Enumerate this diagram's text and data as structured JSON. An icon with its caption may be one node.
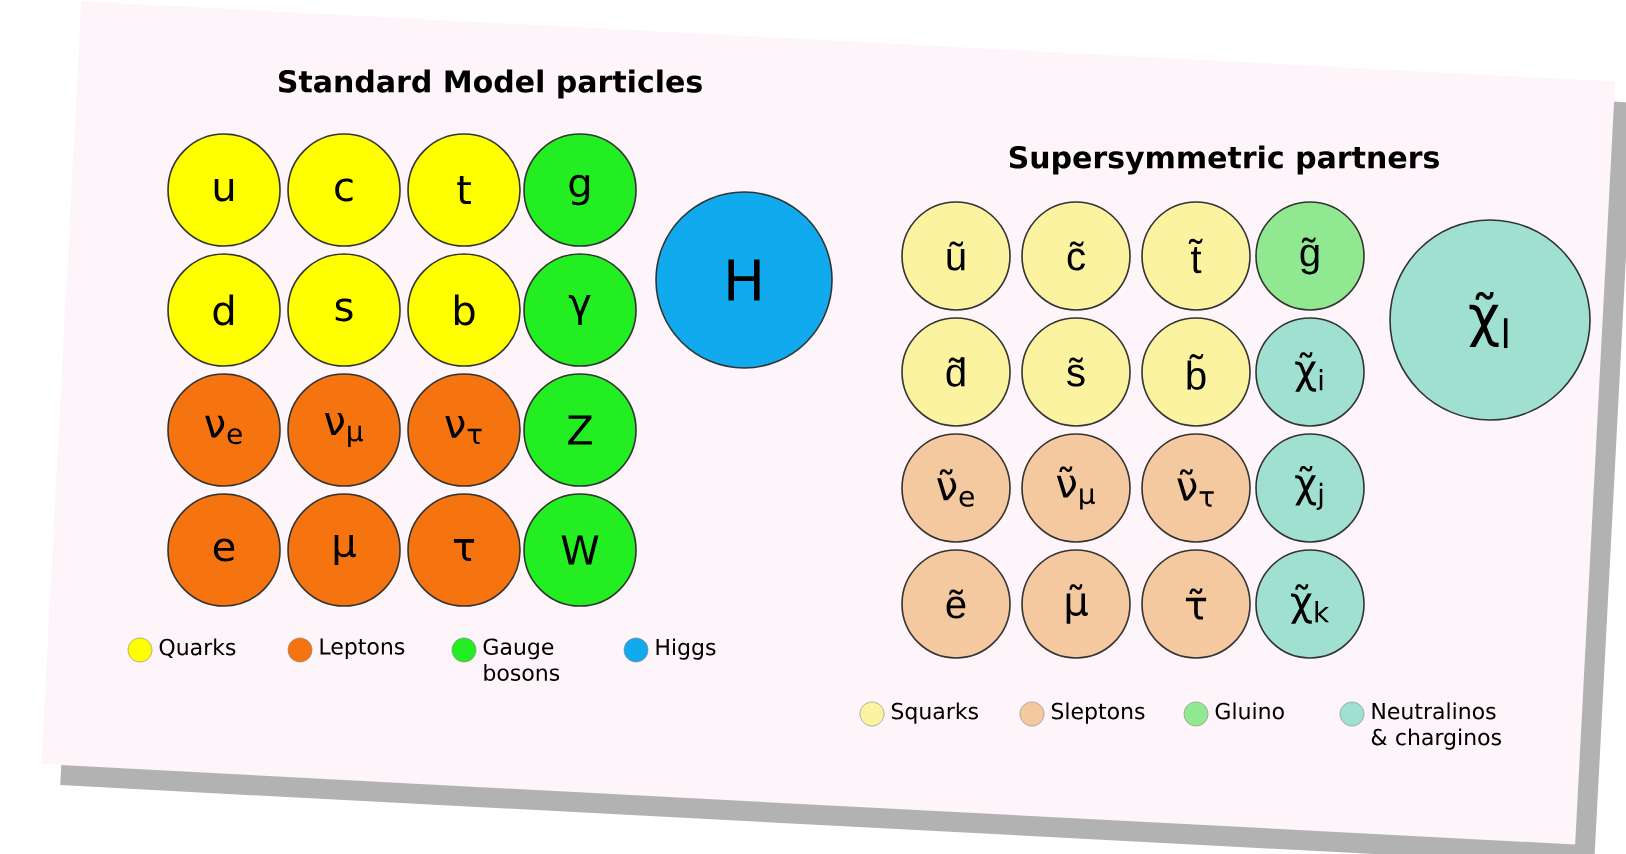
{
  "diagram": {
    "nodes": [
      {
        "text": [
          "u"
        ]
      },
      {
        "text": [
          "c"
        ]
      },
      {
        "text": [
          "t"
        ]
      },
      {
        "text": [
          "g"
        ]
      },
      {
        "text": [
          "H"
        ]
      },
      {
        "text": [
          "d"
        ]
      },
      {
        "text": [
          "s"
        ]
      },
      {
        "text": [
          "b"
        ]
      },
      {
        "text": [
          "γ"
        ]
      },
      {
        "text": [
          "ν$_{e}$"
        ]
      },
      {
        "text": [
          "ν$_{μ}$"
        ]
      },
      {
        "text": [
          "ν$_{τ}$"
        ]
      },
      {
        "text": [
          "Z"
        ]
      },
      {
        "text": [
          "e"
        ]
      },
      {
        "text": [
          "μ"
        ]
      },
      {
        "text": [
          "τ"
        ]
      },
      {
        "text": [
          "W"
        ]
      },
      {
        "text": [
          "ũ"
        ]
      },
      {
        "text": [
          "c̃"
        ]
      },
      {
        "text": [
          "t̃"
        ]
      },
      {
        "text": [
          "g̃"
        ]
      },
      {
        "text": [
          "χ̃$_{l}$"
        ]
      },
      {
        "text": [
          "d̃"
        ]
      },
      {
        "text": [
          "s̃"
        ]
      },
      {
        "text": [
          "b̃"
        ]
      },
      {
        "text": [
          "χ̃$_{i}$"
        ]
      },
      {
        "text": [
          "ν̃$_{e}$"
        ]
      },
      {
        "text": [
          "ν̃$_{μ}$"
        ]
      },
      {
        "text": [
          "ν̃$_{τ}$"
        ]
      },
      {
        "text": [
          "χ̃$_{j}$"
        ]
      },
      {
        "text": [
          "ẽ"
        ]
      },
      {
        "text": [
          "μ̃"
        ]
      },
      {
        "text": [
          "τ̃"
        ]
      },
      {
        "text": [
          "χ̃$_{k}$"
        ]
      }
    ],
    "labels": [
      "Standard Model particles",
      "Supersymmetric partners"
    ],
    "legend": [
      {
        "text": "Quarks",
        "color": "#ffff00"
      },
      {
        "text": "Leptons",
        "color": "#f57410"
      },
      {
        "text": "Gauge bosons",
        "color": "#22ee22"
      },
      {
        "text": "Higgs",
        "color": "#11aaee"
      },
      {
        "text": "Squarks",
        "color": "#fbf3a0"
      },
      {
        "text": "Sleptons",
        "color": "#f5c9a0"
      },
      {
        "text": "Gluino",
        "color": "#90e890"
      },
      {
        "text": "Neutralinos & charginos",
        "color": "#a0e0d0"
      }
    ]
  }
}
